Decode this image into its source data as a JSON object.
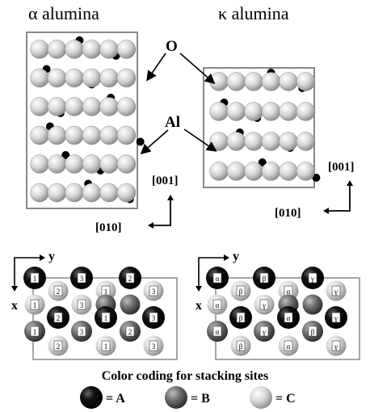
{
  "titles": {
    "alpha": "α alumina",
    "kappa": "κ alumina"
  },
  "labels": {
    "oxygen": "O",
    "aluminum": "Al"
  },
  "directions": {
    "left": {
      "vertical": "[001]",
      "horizontal": "[010]"
    },
    "right": {
      "vertical": "[001]",
      "horizontal": "[010]"
    }
  },
  "grid_axes": {
    "y": "y",
    "x": "x"
  },
  "site_labels_numeric": {
    "dark_row": [
      "1",
      "3",
      "2"
    ],
    "row2": [
      "2",
      "1",
      "3"
    ],
    "row3": [
      "1",
      "3"
    ],
    "row4": [
      "2",
      "1",
      "3"
    ],
    "row5": [
      "1",
      "3",
      "2"
    ],
    "row6": [
      "2",
      "1",
      "3"
    ]
  },
  "site_labels_greek": {
    "dark_row": [
      "α",
      "β",
      "γ"
    ],
    "row2": [
      "β",
      "α",
      "γ"
    ],
    "row3": [
      "α",
      "γ"
    ],
    "row4": [
      "β",
      "α",
      "γ"
    ],
    "row5": [
      "α",
      "γ",
      "β"
    ],
    "row6": [
      "β",
      "α",
      "γ"
    ]
  },
  "legend": {
    "title": "Color coding for stacking sites",
    "items": [
      {
        "text": "= A",
        "color": "#000000"
      },
      {
        "text": "= B",
        "color": "#555555"
      },
      {
        "text": "= C",
        "color": "#d8d8d8"
      }
    ]
  }
}
